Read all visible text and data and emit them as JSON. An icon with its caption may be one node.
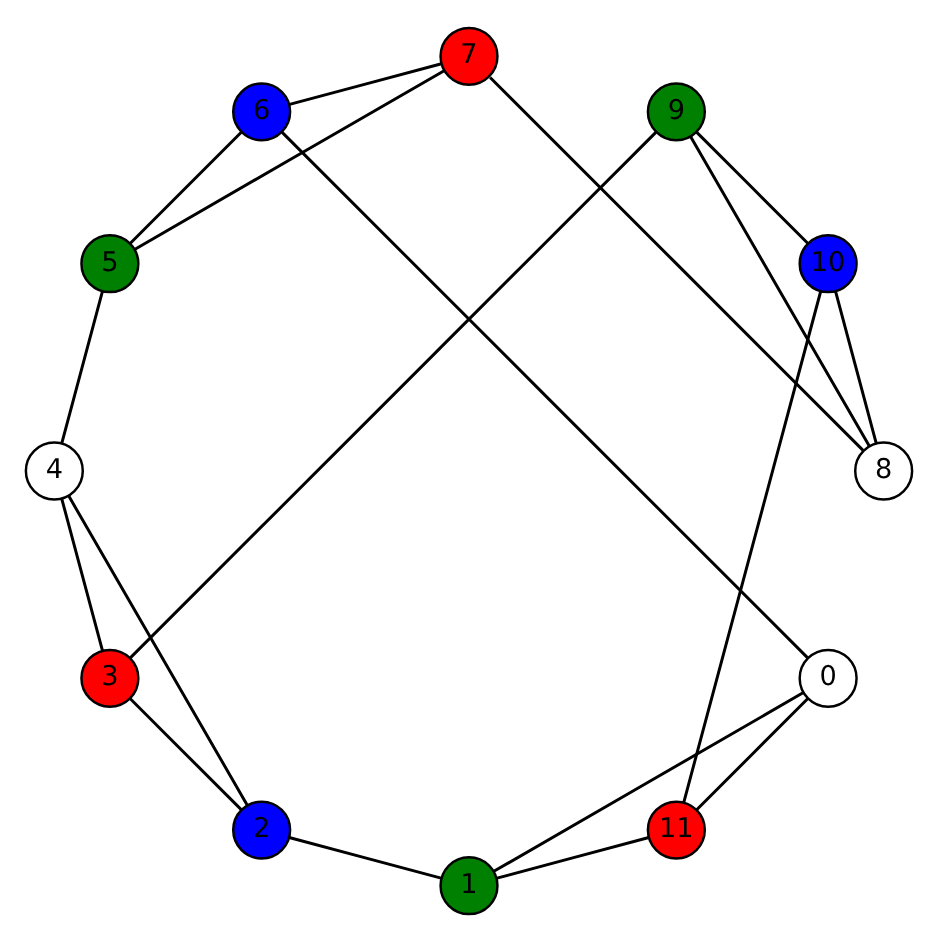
{
  "diagram": {
    "nodes": [
      {
        "text": [
          "0"
        ]
      },
      {
        "text": [
          "1"
        ]
      },
      {
        "text": [
          "2"
        ]
      },
      {
        "text": [
          "3"
        ]
      },
      {
        "text": [
          "4"
        ]
      },
      {
        "text": [
          "5"
        ]
      },
      {
        "text": [
          "6"
        ]
      },
      {
        "text": [
          "7"
        ]
      },
      {
        "text": [
          "8"
        ]
      },
      {
        "text": [
          "9"
        ]
      },
      {
        "text": [
          "10"
        ]
      },
      {
        "text": [
          "11"
        ]
      }
    ],
    "edges": [
      {
        "from": 0,
        "to": 1,
        "arrow": "none"
      },
      {
        "from": 1,
        "to": 2,
        "arrow": "none"
      },
      {
        "from": 2,
        "to": 3,
        "arrow": "none"
      },
      {
        "from": 3,
        "to": 4,
        "arrow": "none"
      },
      {
        "from": 4,
        "to": 5,
        "arrow": "none"
      },
      {
        "from": 5,
        "to": 6,
        "arrow": "none"
      },
      {
        "from": 6,
        "to": 7,
        "arrow": "none"
      },
      {
        "from": 7,
        "to": 8,
        "arrow": "none"
      },
      {
        "from": 8,
        "to": 9,
        "arrow": "none"
      },
      {
        "from": 9,
        "to": 10,
        "arrow": "none"
      },
      {
        "from": 10,
        "to": 11,
        "arrow": "none"
      },
      {
        "from": 0,
        "to": 11,
        "arrow": "none"
      },
      {
        "from": 0,
        "to": 6,
        "arrow": "none"
      },
      {
        "from": 1,
        "to": 11,
        "arrow": "none"
      },
      {
        "from": 2,
        "to": 4,
        "arrow": "none"
      },
      {
        "from": 3,
        "to": 9,
        "arrow": "none"
      },
      {
        "from": 5,
        "to": 7,
        "arrow": "none"
      },
      {
        "from": 8,
        "to": 10,
        "arrow": "none"
      }
    ]
  }
}
